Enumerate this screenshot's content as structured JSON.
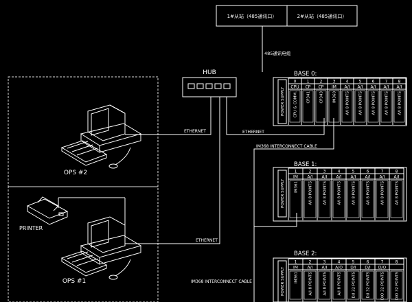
{
  "diagram": {
    "stations": [
      "1#从站（485通讯口）",
      "2#从站（485通讯口）"
    ],
    "rs485_label": "485通讯电缆",
    "hub_label": "HUB",
    "ethernet_label": "ETHERNET",
    "interconnect_label": "IM368 INTERCONNECT CABLE",
    "ops2_label": "OPS #2",
    "ops1_label": "OPS #1",
    "printer_label": "PRINTER",
    "power_supply": "POWER SUPPLY",
    "base0": {
      "title": "BASE 0:",
      "slots": [
        "0",
        "1",
        "2",
        "3",
        "4",
        "5",
        "6",
        "7",
        "8"
      ],
      "types": [
        "CPU",
        "CP",
        "CP",
        "IM",
        "A/I",
        "A/I",
        "A/I",
        "A/I",
        "A/I"
      ],
      "modules": [
        "CPU & COMM.",
        "CP341",
        "CP343",
        "IM360",
        "A/I 8 POINTS",
        "A/I 8 POINTS",
        "A/I 8 POINTS",
        "A/I 8 POINTS",
        "A/I 8 POINTS"
      ]
    },
    "base1": {
      "title": "BASE 1:",
      "slots": [
        "1",
        "2",
        "3",
        "4",
        "5",
        "6",
        "7",
        "8"
      ],
      "types": [
        "IM",
        "A/I",
        "A/I",
        "A/I",
        "A/I",
        "A/I",
        "A/I",
        "A/I"
      ],
      "modules": [
        "IM361",
        "A/I 8 POINTS",
        "A/I 8 POINTS",
        "A/I 8 POINTS",
        "A/I 8 POINTS",
        "A/I 8 POINTS",
        "A/I 8 POINTS",
        "A/I 8 POINTS"
      ]
    },
    "base2": {
      "title": "BASE 2:",
      "slots": [
        "1",
        "2",
        "3",
        "4",
        "5",
        "6",
        "7",
        "8"
      ],
      "types": [
        "IM",
        "A/I",
        "A/I",
        "A/O",
        "D/I",
        "D/I",
        "D/O"
      ],
      "modules": [
        "IM361",
        "A/I 8 POINTS",
        "A/I 8 POINTS",
        "A/I 8 POINTS",
        "D/I 32 POINTS",
        "D/I 32 POINTS",
        "D/O 32 POINTS",
        "D/O 32 POINTS"
      ]
    }
  }
}
